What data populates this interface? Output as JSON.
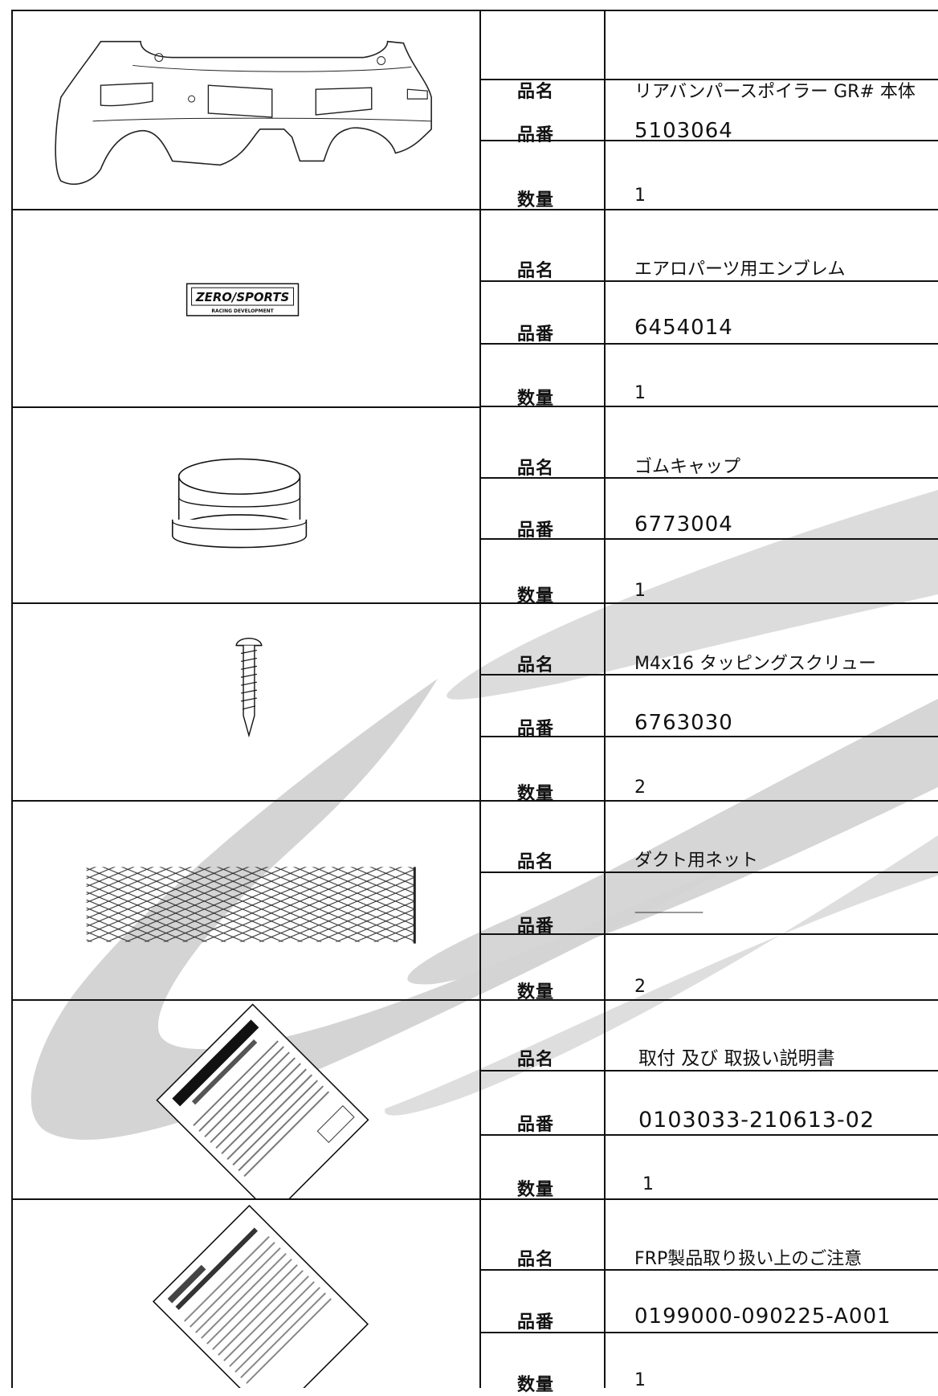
{
  "labels": {
    "name": "品名",
    "number": "品番",
    "qty": "数量"
  },
  "items": [
    {
      "name": "リアバンパースポイラー GR# 本体",
      "number": "5103064",
      "qty": "1"
    },
    {
      "name": "エアロパーツ用エンブレム",
      "number": "6454014",
      "qty": "1"
    },
    {
      "name": "ゴムキャップ",
      "number": "6773004",
      "qty": "1"
    },
    {
      "name": "M4x16 タッピングスクリュー",
      "number": "6763030",
      "qty": "2"
    },
    {
      "name": "ダクト用ネット",
      "number": "———————",
      "qty": "2"
    },
    {
      "name": "取付 及び 取扱い説明書",
      "number": "0103033-210613-02",
      "qty": "1"
    },
    {
      "name": "FRP製品取り扱い上のご注意",
      "number": "0199000-090225-A001",
      "qty": "1"
    }
  ],
  "emblem": {
    "logo_text": "ZERO/SPORTS",
    "logo_subtext": "RACING DEVELOPMENT"
  },
  "colors": {
    "line": "#111111",
    "swoosh": "#d9d9d9"
  }
}
